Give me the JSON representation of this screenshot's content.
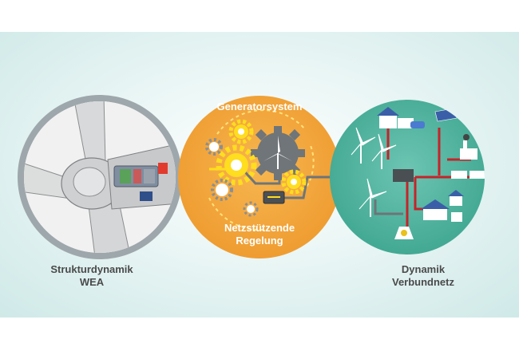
{
  "center": {
    "top_label": "Generatorsystem",
    "bottom_label_line1": "Netzstützende",
    "bottom_label_line2": "Regelung"
  },
  "left": {
    "caption_line1": "Strukturdynamik",
    "caption_line2": "WEA"
  },
  "right": {
    "caption_line1": "Dynamik",
    "caption_line2": "Verbundnetz"
  },
  "colors": {
    "center_circle": "#f2a53c",
    "left_ring": "#9ea7ab",
    "right_circle": "#4fb39f",
    "gear_yellow": "#ffdd1f",
    "gear_grey": "#6f7579",
    "grid_red": "#c4242a",
    "link_yellow": "#ffde1a",
    "link_grey": "#6e7478"
  }
}
